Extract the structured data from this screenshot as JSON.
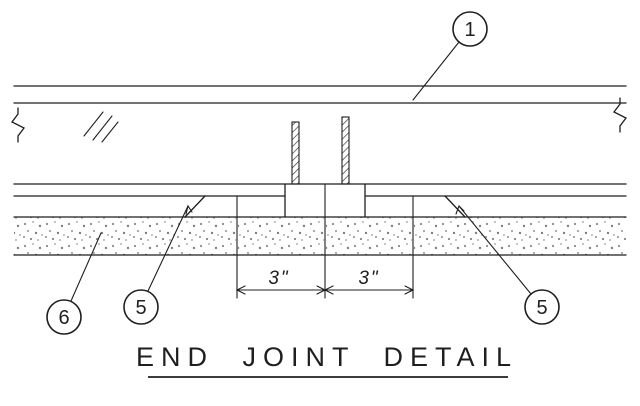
{
  "drawing": {
    "title": "END JOINT DETAIL",
    "callouts": {
      "top_slab": {
        "label": "1"
      },
      "substrate": {
        "label": "6"
      },
      "joint_left": {
        "label": "5"
      },
      "joint_right": {
        "label": "5"
      }
    },
    "dimensions": {
      "left": "3\"",
      "right": "3\""
    },
    "colors": {
      "line": "#1f1f1f",
      "stipple_dots": "#8a8a8a",
      "background": "#ffffff"
    }
  }
}
